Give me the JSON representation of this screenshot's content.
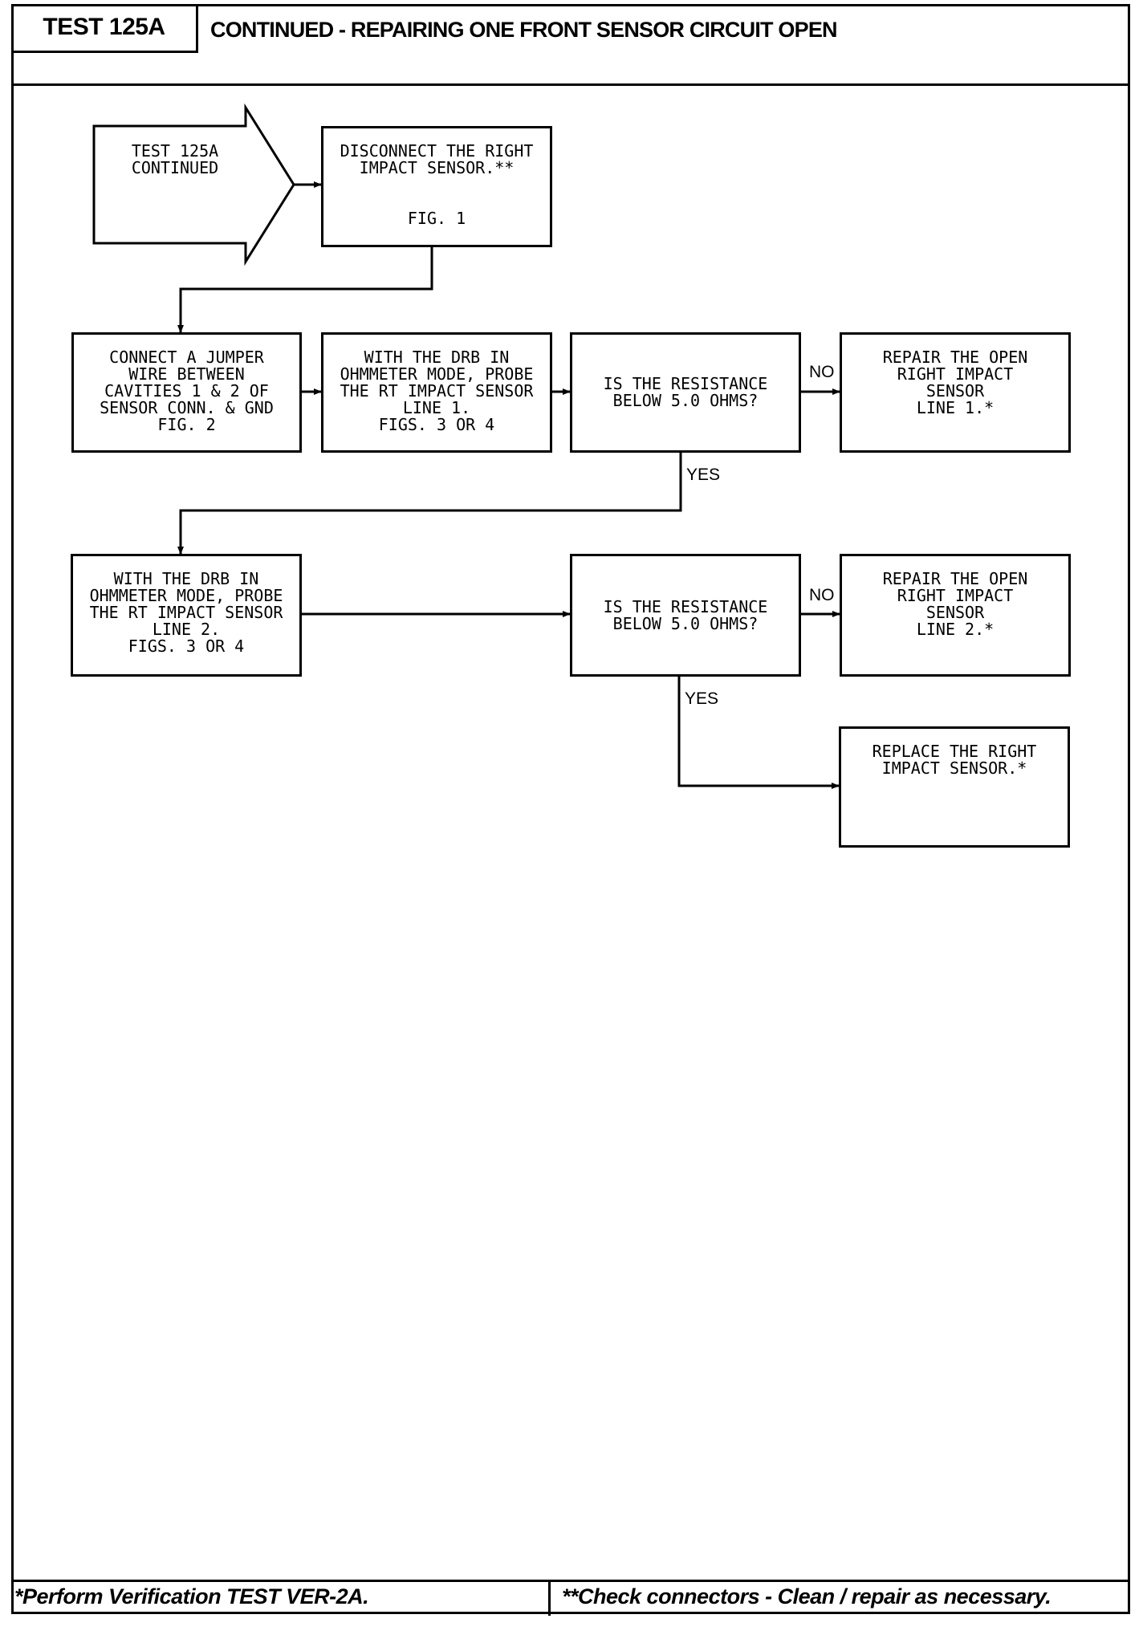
{
  "header": {
    "test_id": "TEST 125A",
    "title": "CONTINUED - REPAIRING ONE FRONT SENSOR CIRCUIT OPEN"
  },
  "flowchart": {
    "entry": "TEST 125A\nCONTINUED",
    "disconnect": "DISCONNECT THE RIGHT\nIMPACT SENSOR.**\n\n\nFIG. 1",
    "jumper": "CONNECT A JUMPER\nWIRE BETWEEN\nCAVITIES 1 & 2 OF\nSENSOR CONN. & GND\nFIG. 2",
    "probe_line1": "WITH THE DRB IN\nOHMMETER MODE, PROBE\nTHE RT IMPACT SENSOR\nLINE 1.\nFIGS. 3 OR 4",
    "question1": "IS THE RESISTANCE\nBELOW 5.0 OHMS?",
    "repair_line1": "REPAIR THE OPEN\nRIGHT IMPACT\nSENSOR\nLINE 1.*",
    "probe_line2": "WITH THE DRB IN\nOHMMETER MODE, PROBE\nTHE RT IMPACT SENSOR\nLINE 2.\nFIGS. 3 OR 4",
    "question2": "IS THE RESISTANCE\nBELOW 5.0 OHMS?",
    "repair_line2": "REPAIR THE OPEN\nRIGHT IMPACT\nSENSOR\nLINE 2.*",
    "replace": "REPLACE THE RIGHT\nIMPACT SENSOR.*",
    "labels": {
      "no1": "NO",
      "yes1": "YES",
      "no2": "NO",
      "yes2": "YES"
    }
  },
  "footer": {
    "left_note": "*Perform Verification TEST VER-2A.",
    "right_note": "**Check connectors - Clean / repair as necessary."
  }
}
